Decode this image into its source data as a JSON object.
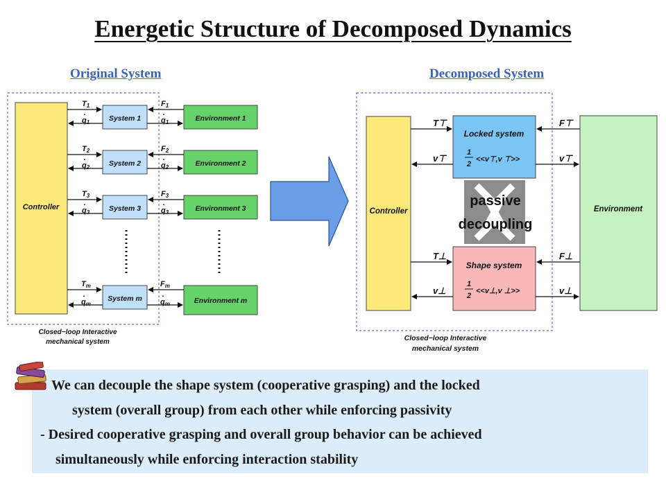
{
  "title": "Energetic Structure of Decomposed Dynamics",
  "left_heading": "Original System",
  "right_heading": "Decomposed System",
  "left_diagram": {
    "controller": "Controller",
    "rows": [
      {
        "system": "System 1",
        "env": "Environment 1",
        "T": "T",
        "Tsub": "1",
        "q": "q",
        "qsub": "1",
        "F": "F",
        "Fsub": "1"
      },
      {
        "system": "System 2",
        "env": "Environment 2",
        "T": "T",
        "Tsub": "2",
        "q": "q",
        "qsub": "2",
        "F": "F",
        "Fsub": "2"
      },
      {
        "system": "System 3",
        "env": "Environment 3",
        "T": "T",
        "Tsub": "3",
        "q": "q",
        "qsub": "3",
        "F": "F",
        "Fsub": "3"
      },
      {
        "system": "System m",
        "env": "Environment m",
        "T": "T",
        "Tsub": "m",
        "q": "q",
        "qsub": "m",
        "F": "F",
        "Fsub": "m"
      }
    ],
    "caption_line1": "Closed−loop Interactive",
    "caption_line2": "mechanical system"
  },
  "right_diagram": {
    "controller": "Controller",
    "environment": "Environment",
    "locked_title": "Locked system",
    "locked_energy": "<<v⊤,v ⊤>>",
    "shape_title": "Shape system",
    "shape_energy": "<<v⊥,v ⊥>>",
    "half_num": "1",
    "half_den": "2",
    "T_top": "T⊤",
    "v_top": "v⊤",
    "F_top": "F⊤",
    "vr_top": "v⊤",
    "T_bot": "T⊥",
    "v_bot": "v⊥",
    "F_bot": "F⊥",
    "vr_bot": "v⊥",
    "passive_line1": "passive",
    "passive_line2": "decoupling",
    "caption_line1": "Closed−loop Interactive",
    "caption_line2": "mechanical system"
  },
  "bullets": {
    "line1": "We can decouple the shape system (cooperative grasping) and the locked",
    "line2": "system (overall group) from each other while enforcing passivity",
    "line3": "- Desired cooperative grasping and overall group behavior can be achieved",
    "line4": "simultaneously while enforcing interaction stability"
  },
  "colors": {
    "controller": "#fde97a",
    "system_box": "#bfe0f8",
    "environment_box": "#66d26a",
    "locked_box": "#7cc4f4",
    "shape_box": "#f8b8b8",
    "env_right": "#c4f2c0",
    "heading": "#3a62b8",
    "note_bg": "#dcecf8",
    "arrow_fill": "#6a9ee6"
  }
}
